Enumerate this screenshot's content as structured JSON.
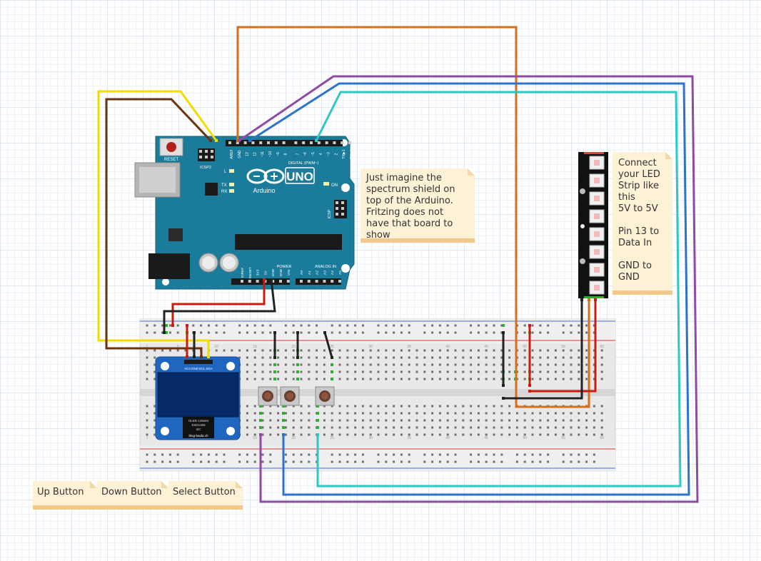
{
  "arduino": {
    "brand": "Arduino",
    "model": "UNO",
    "reset_label": "RESET",
    "icsp2_label": "ICSP2",
    "icsp_label": "ICSP",
    "digital_label": "DIGITAL (PWM~)",
    "power_label": "POWER",
    "analog_label": "ANALOG IN",
    "on_label": "ON",
    "l_label": "L",
    "tx_label": "TX",
    "rx_label": "RX",
    "top_pins": [
      "AREF",
      "GND",
      "13",
      "12",
      "~11",
      "~10",
      "~9",
      "8",
      "7",
      "~6",
      "~5",
      "4",
      "~3",
      "2",
      "TX▶1",
      "RX◀0"
    ],
    "power_pins": [
      "IOREF",
      "RESET",
      "3V3",
      "5V",
      "GND",
      "GND",
      "VIN"
    ],
    "analog_pins": [
      "A0",
      "A1",
      "A2",
      "A3",
      "A4",
      "A5"
    ]
  },
  "oled": {
    "pins": [
      "VCC",
      "GND",
      "SCL",
      "SDA"
    ],
    "chip_lines": [
      "OLED 128x64",
      "SSD1306",
      "I2C"
    ],
    "url": "blog-baula.ch"
  },
  "breadboard": {
    "column_numbers": [
      "1",
      "5",
      "10",
      "15",
      "20",
      "25",
      "30",
      "35",
      "40",
      "45",
      "50",
      "55",
      "60"
    ]
  },
  "notes": {
    "shield": "Just imagine the spectrum shield on top of the Arduino. Fritzing does not have that board to show",
    "strip": "Connect your LED Strip like this\n5V to 5V\n\nPin 13 to Data In\n\nGND to GND",
    "up": "Up Button",
    "down": "Down Button",
    "select": "Select Button"
  },
  "colors": {
    "arduino": "#1b7b9b",
    "wire_orange": "#d4701d",
    "wire_purple": "#8e4aa6",
    "wire_blue": "#2c73c9",
    "wire_cyan": "#2ec7c4",
    "wire_yellow": "#f2dc00",
    "wire_brown": "#6b3410",
    "wire_red": "#c81d11",
    "wire_black": "#222222",
    "oled": "#1f66c0",
    "note": "#fdf1d6"
  }
}
